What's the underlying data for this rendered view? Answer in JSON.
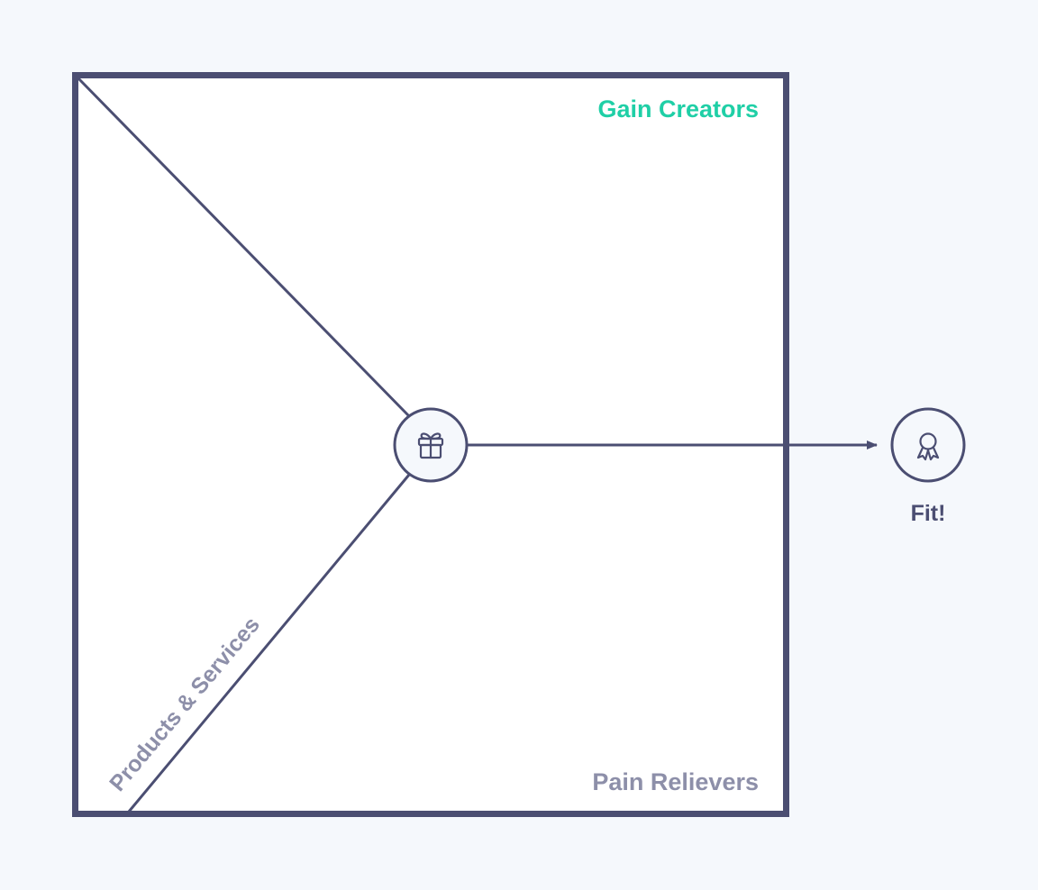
{
  "canvas": {
    "section_top_right": "Gain Creators",
    "section_bottom_right": "Pain Relievers",
    "section_left": "Products & Services"
  },
  "outcome": {
    "label": "Fit!",
    "icon": "award-ribbon-icon"
  },
  "center_node": {
    "icon": "gift-icon"
  },
  "colors": {
    "background": "#f5f8fc",
    "frame": "#4b4e72",
    "gain_creators": "#1fcfa6",
    "muted_label": "#8d8fa9",
    "fit_label": "#4b4e72"
  }
}
